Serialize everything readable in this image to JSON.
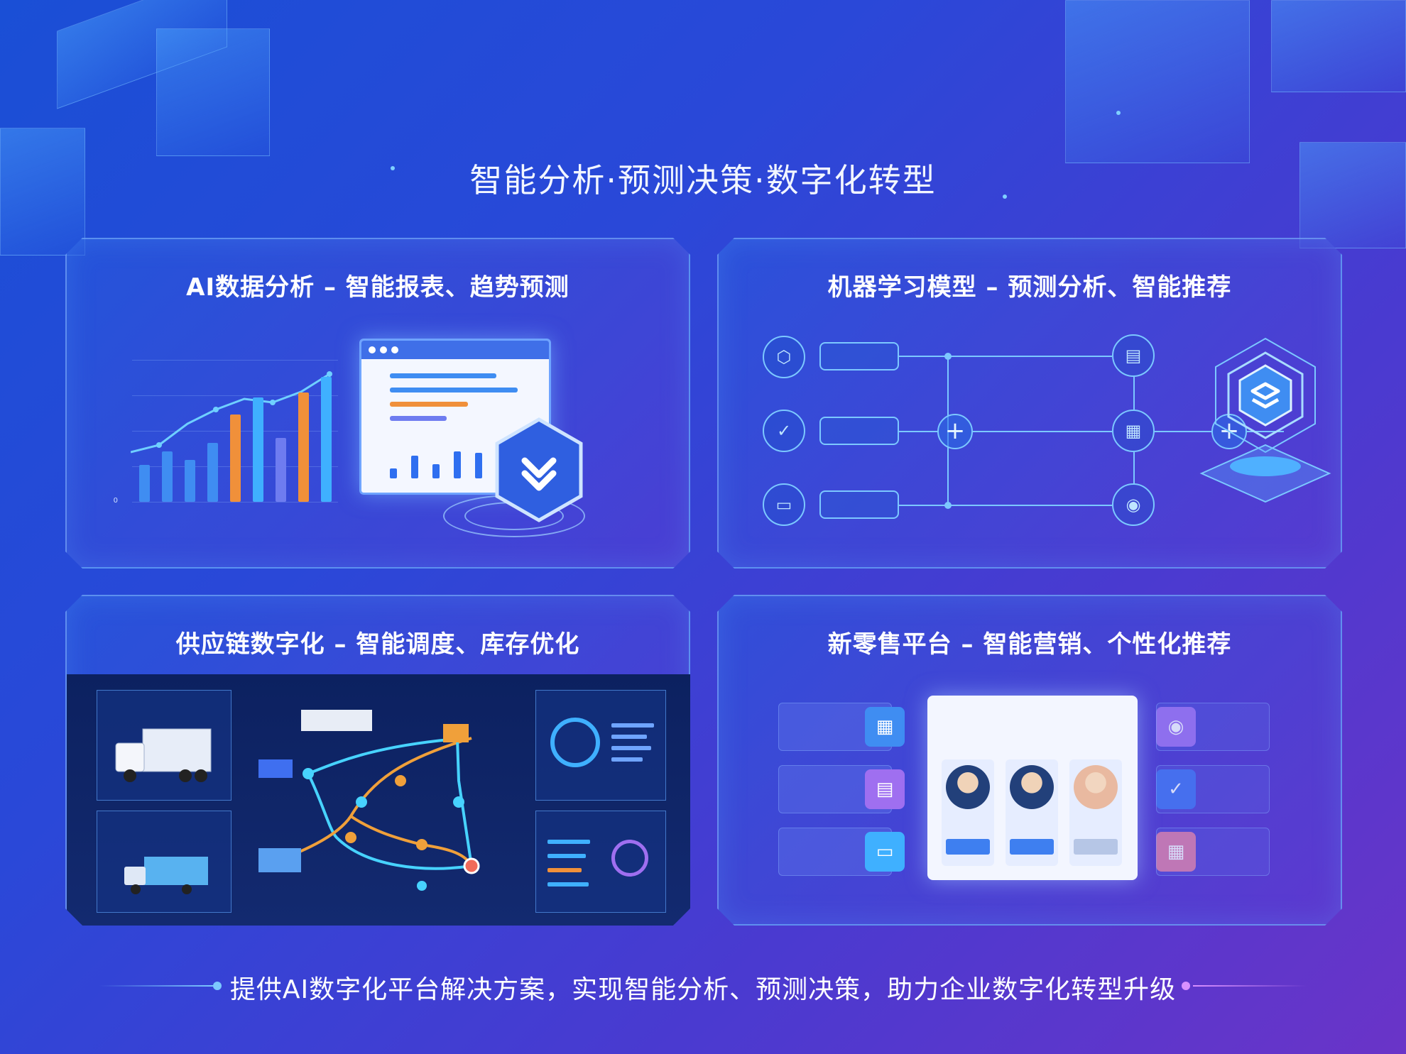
{
  "hero": {
    "title": "智能分析·预测决策·数字化转型"
  },
  "panels": {
    "analytics": {
      "title": "AI数据分析 – 智能报表、趋势预测"
    },
    "ml": {
      "title": "机器学习模型 – 预测分析、智能推荐"
    },
    "supply": {
      "title": "供应链数字化 – 智能调度、库存优化"
    },
    "retail": {
      "title": "新零售平台 – 智能营销、个性化推荐"
    }
  },
  "chart_data": {
    "type": "bar",
    "values": [
      22,
      30,
      25,
      35,
      52,
      62,
      38,
      65,
      74
    ],
    "series_colors": [
      "#3f8df2",
      "#3f8df2",
      "#3f8df2",
      "#3f8df2",
      "#f0903a",
      "#3fb0ff",
      "#6e7cf0",
      "#f0903a",
      "#3fb0ff"
    ],
    "ylim": [
      0,
      80
    ],
    "yticks": [
      "0"
    ]
  },
  "footer": {
    "text": "提供AI数字化平台解决方案，实现智能分析、预测决策，助力企业数字化转型升级"
  },
  "colors": {
    "accent": "#7cc8ff",
    "orange": "#f0903a",
    "blue": "#3f8df2"
  },
  "icons": {
    "shield": "download-shield-icon",
    "plus": "+"
  }
}
